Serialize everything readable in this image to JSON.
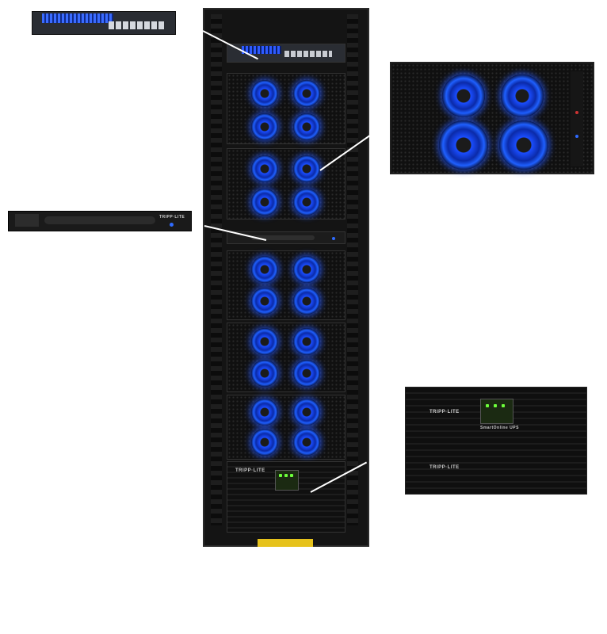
{
  "image": {
    "subject": "server-rack",
    "rack_units": [
      "network-switch",
      "gpu-server",
      "gpu-server",
      "kvm-drawer",
      "gpu-server",
      "gpu-server",
      "gpu-server",
      "ups"
    ],
    "callouts": [
      "network-switch-callout",
      "gpu-server-callout",
      "kvm-drawer-callout",
      "ups-callout"
    ]
  },
  "labels": {
    "ups_brand": "TRIPP·LITE",
    "ups_brand_small": "TRIPP·LITE",
    "ups_model": "SmartOnline UPS",
    "kvm_brand": "TRIPP·LITE"
  },
  "colors": {
    "fan_glow": "#1f60ff",
    "lcd_green": "#6dff3a",
    "warning_label": "#e6c21b"
  }
}
